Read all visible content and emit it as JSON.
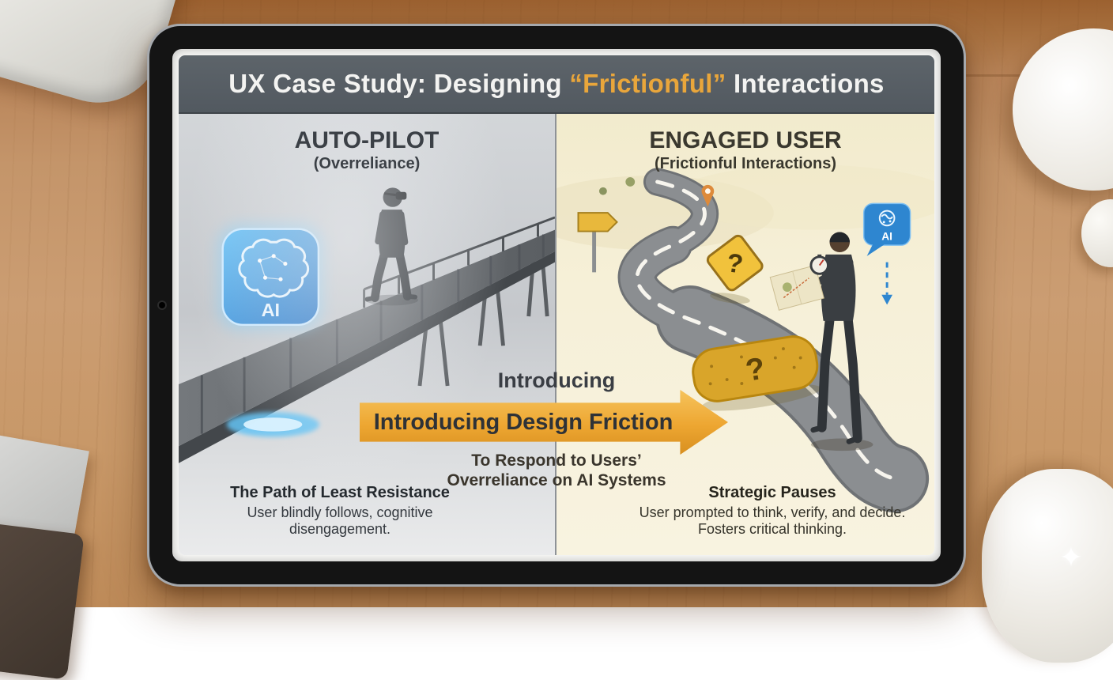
{
  "scene": {
    "sparkle": "✦"
  },
  "colors": {
    "title_highlight": "#E9A63B",
    "arrow_fill": "#EDA631",
    "ai_blue": "#2E86D0",
    "left_panel_bg": "#CBCED2",
    "right_panel_bg": "#F5EFD6",
    "header_bg": "#565D63"
  },
  "header": {
    "title_prefix": "UX Case Study: Designing ",
    "title_highlight": "“Frictionful”",
    "title_suffix": " Interactions"
  },
  "left_panel": {
    "title": "AUTO-PILOT",
    "subtitle": "(Overreliance)",
    "ai_label": "AI",
    "caption_title": "The Path of Least Resistance",
    "caption_line1": "User blindly follows, cognitive",
    "caption_line2": "disengagement."
  },
  "right_panel": {
    "title": "ENGAGED USER",
    "subtitle": "(Frictionful Interactions)",
    "ai_label": "AI",
    "sign_question_mark": "?",
    "patch_question_mark": "?",
    "caption_title": "Strategic Pauses",
    "caption_line1": "User prompted to think, verify, and decide.",
    "caption_line2": "Fosters critical thinking."
  },
  "center": {
    "lead_in": "Introducing",
    "arrow_label": "Introducing Design Friction",
    "sub_line1": "To Respond to Users’",
    "sub_line2": "Overreliance on AI Systems"
  }
}
